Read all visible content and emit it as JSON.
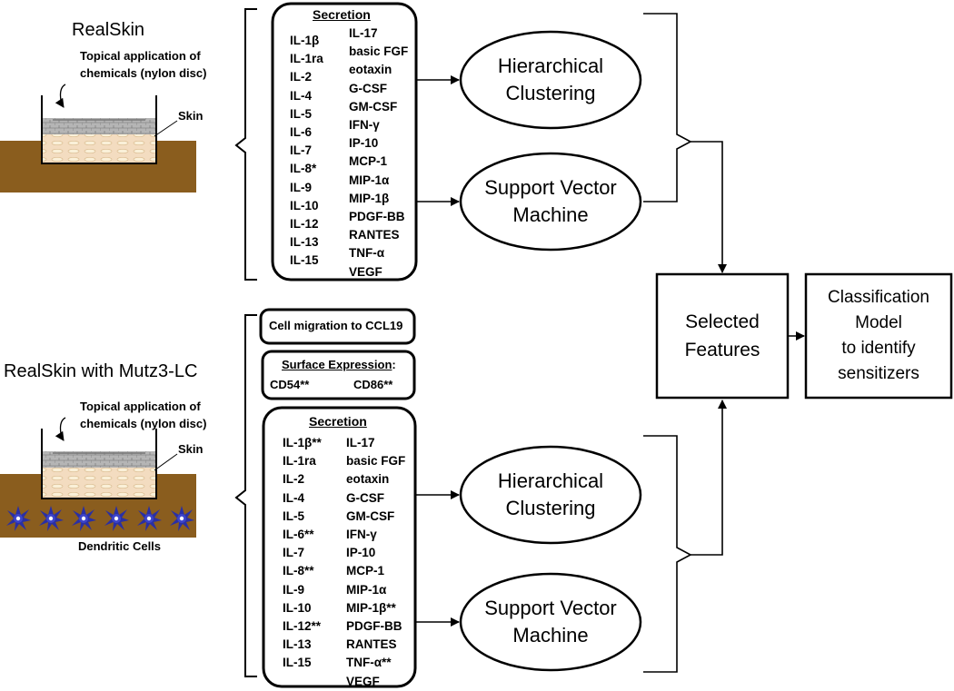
{
  "top_panel": {
    "title": "RealSkin",
    "topical": [
      "Topical application of",
      "chemicals (nylon disc)"
    ],
    "skin": "Skin",
    "secretion_title": "Secretion",
    "col1": [
      "IL-1β",
      "IL-1ra",
      "IL-2",
      "IL-4",
      "IL-5",
      "IL-6",
      "IL-7",
      "IL-8*",
      "IL-9",
      "IL-10",
      "IL-12",
      "IL-13",
      "IL-15"
    ],
    "col2": [
      "IL-17",
      "basic FGF",
      "eotaxin",
      "G-CSF",
      "GM-CSF",
      "IFN-γ",
      "IP-10",
      "MCP-1",
      "MIP-1α",
      "MIP-1β",
      "PDGF-BB",
      "RANTES",
      "TNF-α",
      "VEGF"
    ]
  },
  "bottom_panel": {
    "title": "RealSkin with Mutz3-LC",
    "topical": [
      "Topical application of",
      "chemicals (nylon disc)"
    ],
    "skin": "Skin",
    "dendritic": "Dendritic Cells",
    "migration": "Cell migration to CCL19",
    "surface_title": "Surface Expression",
    "surface_colon": ":",
    "cd54": "CD54**",
    "cd86": "CD86**",
    "secretion_title": "Secretion",
    "col1": [
      "IL-1β**",
      "IL-1ra",
      "IL-2",
      "IL-4",
      "IL-5",
      "IL-6**",
      "IL-7",
      "IL-8**",
      "IL-9",
      "IL-10",
      "IL-12**",
      "IL-13",
      "IL-15"
    ],
    "col2": [
      "IL-17",
      "basic FGF",
      "eotaxin",
      "G-CSF",
      "GM-CSF",
      "IFN-γ",
      "IP-10",
      "MCP-1",
      "MIP-1α",
      "MIP-1β**",
      "PDGF-BB",
      "RANTES",
      "TNF-α**",
      "VEGF"
    ]
  },
  "methods": {
    "hc_top": [
      "Hierarchical",
      "Clustering"
    ],
    "svm_top": [
      "Support Vector",
      "Machine"
    ],
    "hc_bottom": [
      "Hierarchical",
      "Clustering"
    ],
    "svm_bottom": [
      "Support Vector",
      "Machine"
    ]
  },
  "selected": [
    "Selected",
    "Features"
  ],
  "model": [
    "Classification",
    "Model",
    "to identify",
    "sensitizers"
  ],
  "colors": {
    "soil": "#8a5d1e",
    "skin_base": "#f3dcc0",
    "stratum": "#a9a9a9",
    "dendritic": "#2a2fa3"
  }
}
